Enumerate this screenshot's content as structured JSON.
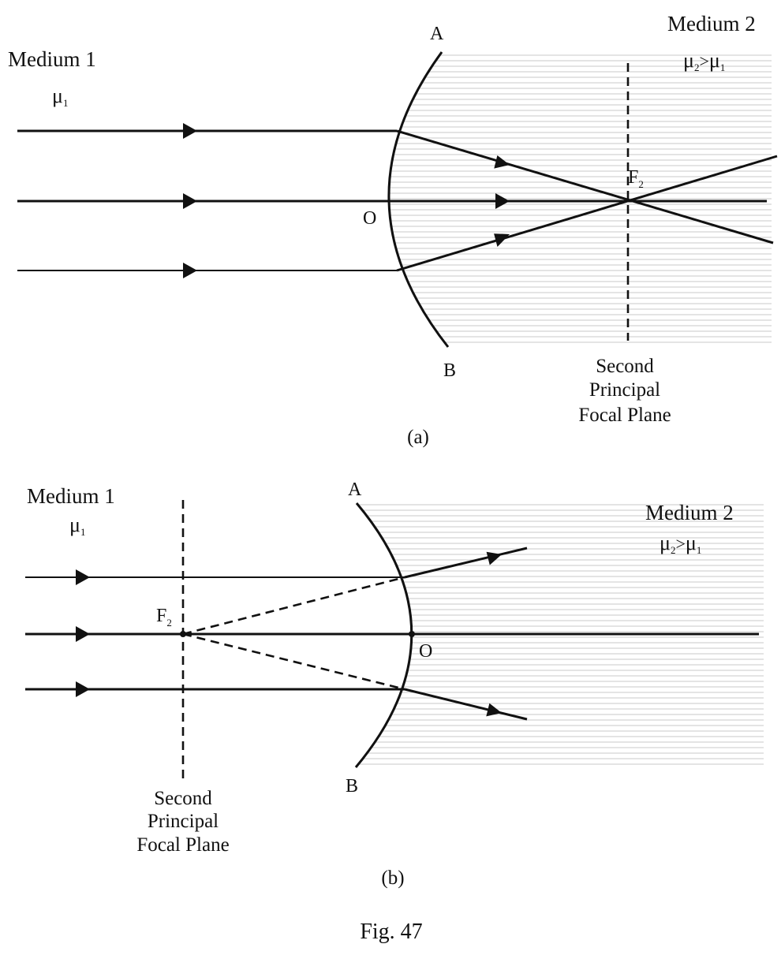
{
  "panel_a": {
    "medium1_name": "Medium 1",
    "medium1_index": "μ",
    "medium1_index_sub": "1",
    "medium2_name": "Medium 2",
    "medium2_relation": {
      "mu": "μ",
      "sub2": "2",
      "gt": ">",
      "sub1": "1"
    },
    "point_a": "A",
    "point_b": "B",
    "point_o": "O",
    "focus": "F",
    "focus_sub": "2",
    "plane_caption": [
      "Second",
      "Principal",
      "Focal Plane"
    ],
    "panel_label": "(a)"
  },
  "panel_b": {
    "medium1_name": "Medium 1",
    "medium1_index": "μ",
    "medium1_index_sub": "1",
    "medium2_name": "Medium 2",
    "medium2_relation": {
      "mu": "μ",
      "sub2": "2",
      "gt": ">",
      "sub1": "1"
    },
    "point_a": "A",
    "point_b": "B",
    "point_o": "O",
    "focus": "F",
    "focus_sub": "2",
    "plane_caption": [
      "Second",
      "Principal",
      "Focal Plane"
    ],
    "panel_label": "(b)"
  },
  "figure_caption": "Fig. 47",
  "colors": {
    "ink": "#111111",
    "medium2_hatch": "#c8c8c8",
    "background": "#ffffff"
  }
}
